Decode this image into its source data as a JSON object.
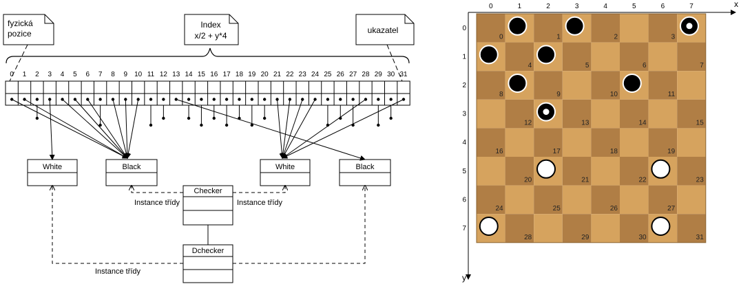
{
  "callouts": {
    "physical": [
      "fyzická",
      "pozice"
    ],
    "index": [
      "Index",
      "x/2 + y*4"
    ],
    "pointer": [
      "ukazatel"
    ]
  },
  "array": {
    "indices": [
      "0",
      "1",
      "2",
      "3",
      "4",
      "5",
      "6",
      "7",
      "8",
      "9",
      "10",
      "11",
      "12",
      "13",
      "14",
      "15",
      "16",
      "17",
      "18",
      "19",
      "20",
      "21",
      "22",
      "23",
      "24",
      "25",
      "26",
      "27",
      "28",
      "29",
      "30",
      "31"
    ]
  },
  "classes": {
    "white_left": "White",
    "black_left": "Black",
    "white_right": "White",
    "black_right": "Black",
    "checker": "Checker",
    "dchecker": "Dchecker"
  },
  "labels": {
    "instance_left": "Instance třídy",
    "instance_right": "Instance třídy",
    "instance_bottom": "Instance třídy"
  },
  "board": {
    "x_axis_label": "x",
    "y_axis_label": "y",
    "columns": [
      "0",
      "1",
      "2",
      "3",
      "4",
      "5",
      "6",
      "7"
    ],
    "rows": [
      "0",
      "1",
      "2",
      "3",
      "4",
      "5",
      "6",
      "7"
    ],
    "light_color": "#d6a35e",
    "dark_color": "#b07e45",
    "pieces": [
      {
        "col": 1,
        "row": 0,
        "color": "black",
        "king": false
      },
      {
        "col": 3,
        "row": 0,
        "color": "black",
        "king": false
      },
      {
        "col": 7,
        "row": 0,
        "color": "black",
        "king": true
      },
      {
        "col": 0,
        "row": 1,
        "color": "black",
        "king": false
      },
      {
        "col": 2,
        "row": 1,
        "color": "black",
        "king": false
      },
      {
        "col": 1,
        "row": 2,
        "color": "black",
        "king": false
      },
      {
        "col": 5,
        "row": 2,
        "color": "black",
        "king": false
      },
      {
        "col": 2,
        "row": 3,
        "color": "black",
        "king": true
      },
      {
        "col": 2,
        "row": 5,
        "color": "white",
        "king": false
      },
      {
        "col": 6,
        "row": 5,
        "color": "white",
        "king": false
      },
      {
        "col": 0,
        "row": 7,
        "color": "white",
        "king": false
      },
      {
        "col": 6,
        "row": 7,
        "color": "white",
        "king": false
      }
    ]
  }
}
